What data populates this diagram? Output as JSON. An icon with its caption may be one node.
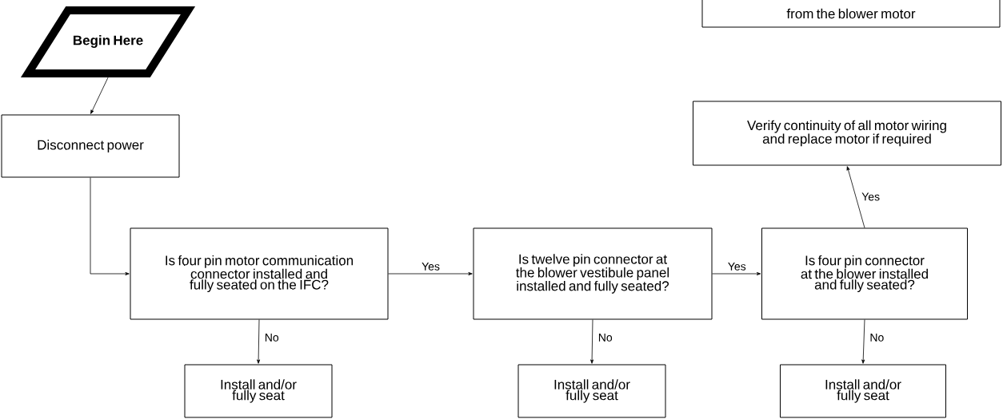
{
  "diagram": {
    "nodes": [
      {
        "text": [
          "Begin Here"
        ]
      },
      {
        "text": [
          "Disconnect power"
        ]
      },
      {
        "text": [
          "Is four pin motor communication connector installed and fully seated on the IFC?"
        ]
      },
      {
        "text": [
          "Is twelve pin connector at the blower vestibule panel installed and fully seated?"
        ]
      },
      {
        "text": [
          "Is four pin connector at the blower installed and fully seated?"
        ]
      },
      {
        "text": [
          "Verify continuity of all motor wiring and replace motor if required"
        ]
      },
      {
        "text": [
          "from the blower motor"
        ]
      },
      {
        "text": [
          "Install and/or fully seat"
        ]
      },
      {
        "text": [
          "Install and/or fully seat"
        ]
      },
      {
        "text": [
          "Install and/or fully seat"
        ]
      }
    ],
    "edges": [
      {
        "from": 0,
        "to": 1,
        "arrow": "to"
      },
      {
        "from": 1,
        "to": 2,
        "arrow": "to"
      },
      {
        "from": 2,
        "to": 3,
        "arrow": "to",
        "label": "Yes"
      },
      {
        "from": 3,
        "to": 4,
        "arrow": "to",
        "label": "Yes"
      },
      {
        "from": 4,
        "to": 5,
        "arrow": "to",
        "label": "Yes"
      },
      {
        "from": 2,
        "to": 7,
        "arrow": "to",
        "label": "No"
      },
      {
        "from": 3,
        "to": 8,
        "arrow": "to",
        "label": "No"
      },
      {
        "from": 4,
        "to": 9,
        "arrow": "to",
        "label": "No"
      }
    ]
  }
}
